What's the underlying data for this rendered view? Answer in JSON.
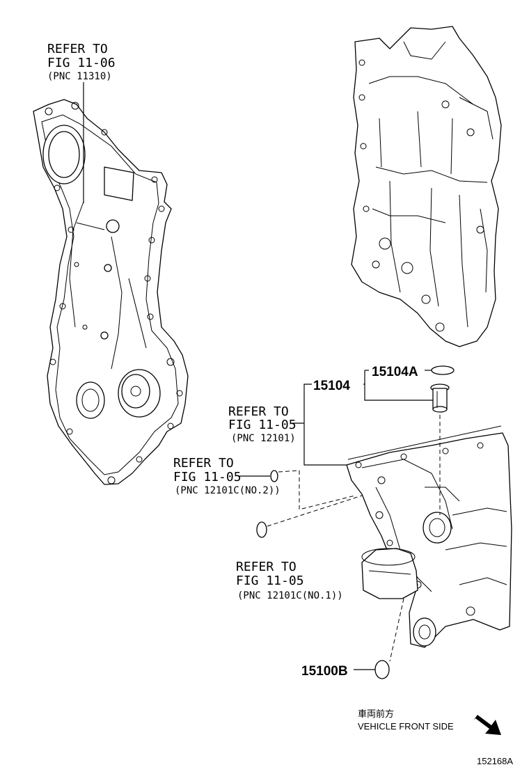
{
  "callouts": {
    "timing_cover_ref": {
      "line1": "REFER TO",
      "line2": "FIG 11-06",
      "line3": "(PNC 11310)"
    },
    "oil_pan_ref": {
      "line1": "REFER TO",
      "line2": "FIG 11-05",
      "line3": "(PNC 12101)"
    },
    "oring_no2_ref": {
      "line1": "REFER TO",
      "line2": "FIG 11-05",
      "line3": "(PNC 12101C(NO.2))"
    },
    "oring_no1_ref": {
      "line1": "REFER TO",
      "line2": "FIG 11-05",
      "line3": "(PNC 12101C(NO.1))"
    }
  },
  "parts": {
    "p15104": "15104",
    "p15104A": "15104A",
    "p15100B": "15100B"
  },
  "direction": {
    "japanese": "車両前方",
    "english": "VEHICLE FRONT SIDE"
  },
  "figure_id": "152168A"
}
